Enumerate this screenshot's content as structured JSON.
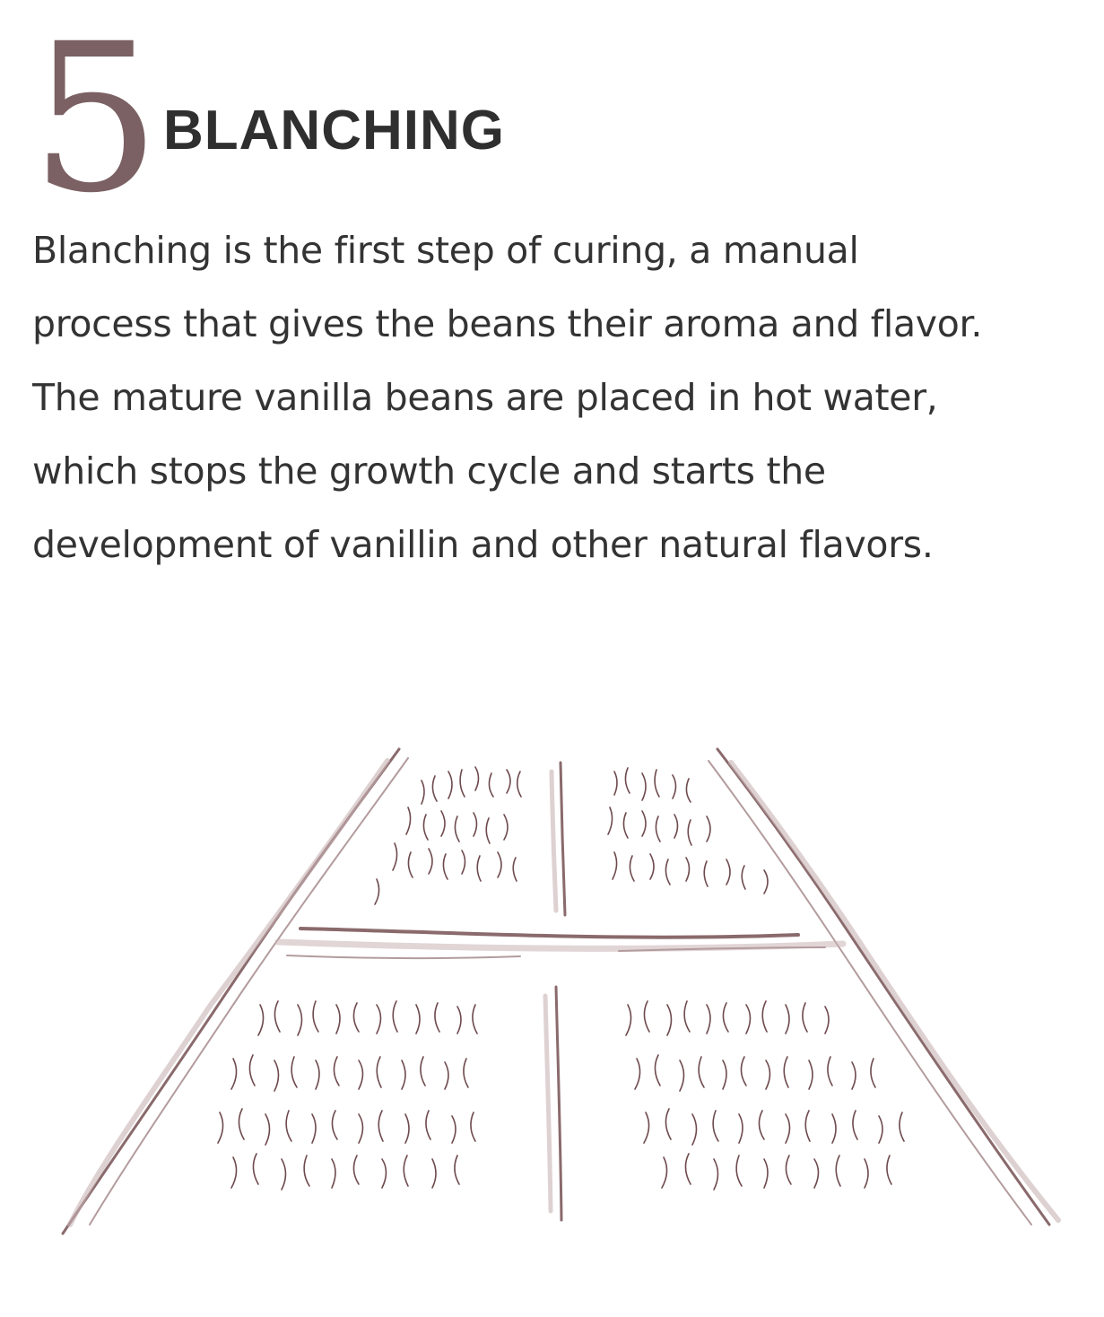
{
  "step": {
    "number": "5",
    "title": "BLANCHING",
    "description": "Blanching is the first step of curing, a manual\nprocess that gives the beans their aroma and flavor.\nThe mature vanilla beans are placed in hot water,\nwhich stops the growth cycle and starts the\ndevelopment of vanillin and other natural flavors."
  },
  "illustration": {
    "icon": "vanilla-beans-drying-rack-sketch",
    "colors": {
      "frame": "#8a6a6c",
      "frame_light": "#c8b3b4",
      "beans": "#6e4a4d"
    }
  }
}
